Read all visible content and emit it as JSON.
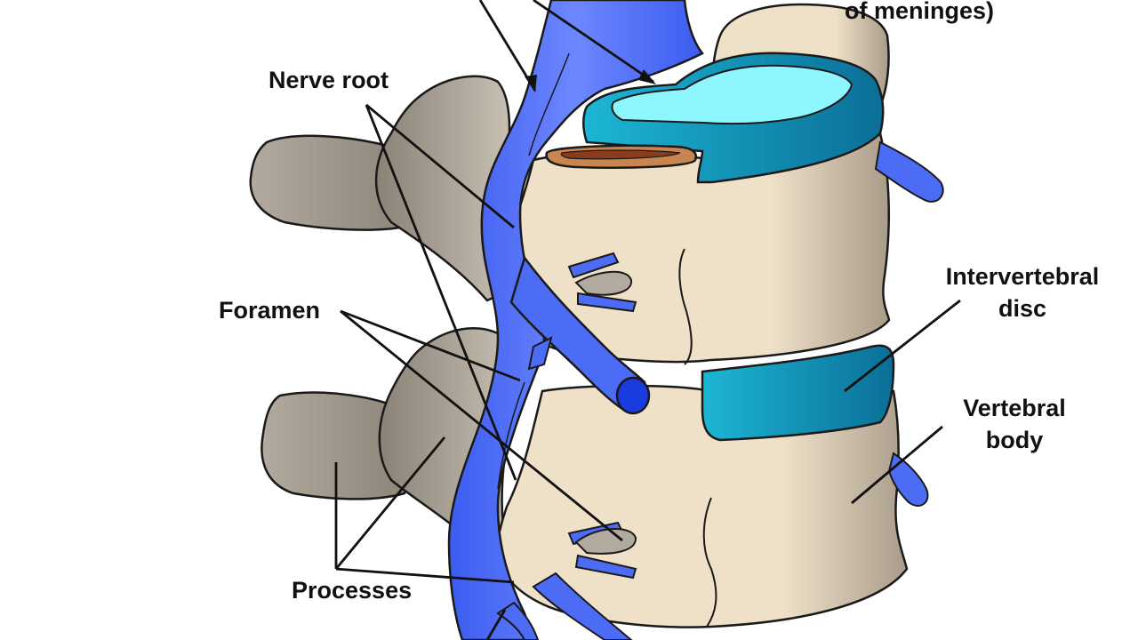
{
  "labels": {
    "meninges_partial": "of meninges)",
    "nerve_root": "Nerve root",
    "intervertebral_line1": "Intervertebral",
    "intervertebral_line2": "disc",
    "foramen": "Foramen",
    "vertebral_line1": "Vertebral",
    "vertebral_line2": "body",
    "processes": "Processes"
  },
  "colors": {
    "bone_body": "#efe0c8",
    "bone_process": "#b3aa9f",
    "bone_process_dark": "#8f867b",
    "nerve": "#4c6cf5",
    "nerve_light": "#7b93ff",
    "nerve_end": "#1a3be0",
    "disc": "#14a6c6",
    "disc_dark": "#0a6f96",
    "disc_top": "#8ef6ff",
    "canal": "#b8713f",
    "outline": "#1a1a1a"
  }
}
